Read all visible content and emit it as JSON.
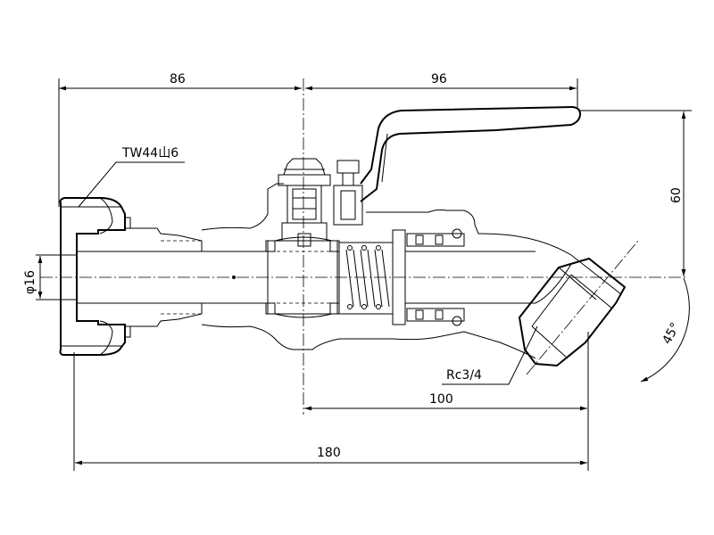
{
  "drawing": {
    "dimensions": {
      "dim_86": "86",
      "dim_96": "96",
      "dim_60": "60",
      "dim_100": "100",
      "dim_180": "180",
      "dim_phi16": "φ16",
      "dim_45": "45°"
    },
    "callouts": {
      "thread_tw": "TW44山6",
      "thread_rc": "Rc3/4"
    }
  }
}
